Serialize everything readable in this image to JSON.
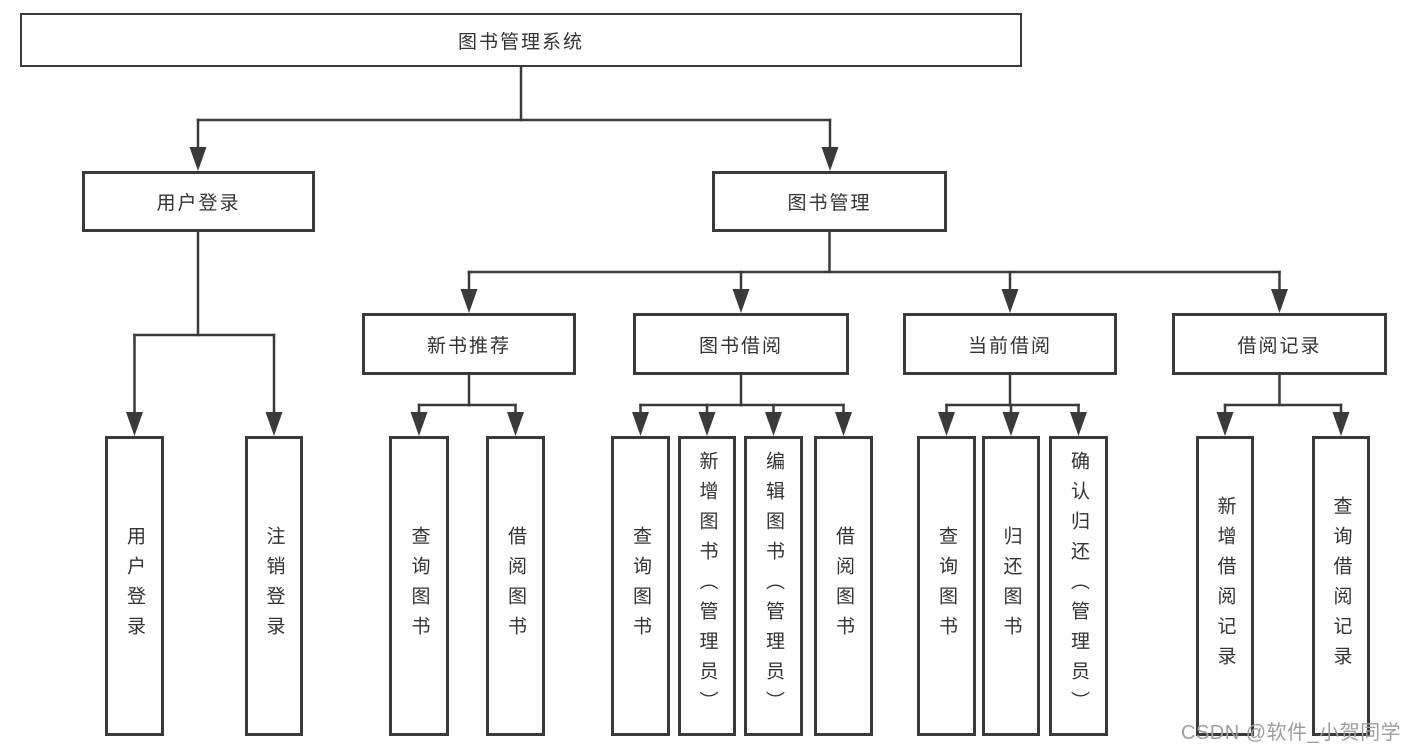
{
  "tree": {
    "root": {
      "label": "图书管理系统"
    },
    "branches": [
      {
        "label": "用户登录",
        "children": [
          {
            "label": "用户登录"
          },
          {
            "label": "注销登录"
          }
        ]
      },
      {
        "label": "图书管理",
        "children": [
          {
            "label": "新书推荐",
            "children": [
              {
                "label": "查询图书"
              },
              {
                "label": "借阅图书"
              }
            ]
          },
          {
            "label": "图书借阅",
            "children": [
              {
                "label": "查询图书"
              },
              {
                "label": "新增图书（管理员）"
              },
              {
                "label": "编辑图书（管理员）"
              },
              {
                "label": "借阅图书"
              }
            ]
          },
          {
            "label": "当前借阅",
            "children": [
              {
                "label": "查询图书"
              },
              {
                "label": "归还图书"
              },
              {
                "label": "确认归还（管理员）"
              }
            ]
          },
          {
            "label": "借阅记录",
            "children": [
              {
                "label": "新增借阅记录"
              },
              {
                "label": "查询借阅记录"
              }
            ]
          }
        ]
      }
    ]
  },
  "watermark": {
    "text": "CSDN @软件_小贺同学"
  },
  "colors": {
    "line": "#3a3a3a",
    "text": "#333333",
    "background": "#ffffff",
    "watermark": "#9e9e9e"
  }
}
